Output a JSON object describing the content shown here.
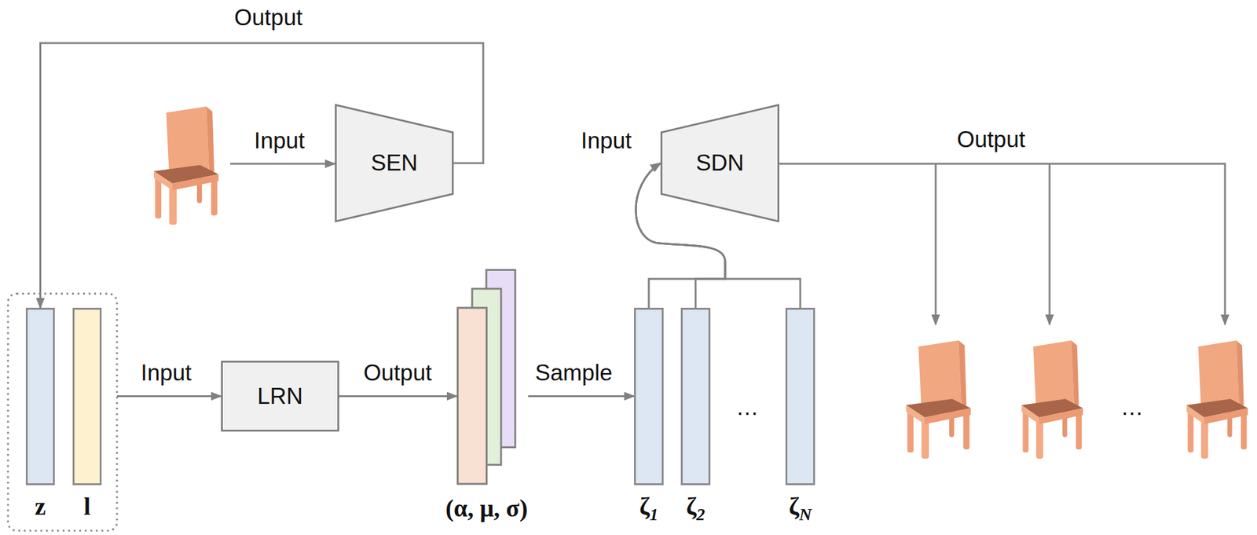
{
  "diagram": {
    "nodes": [
      {
        "text": [
          "SEN"
        ]
      },
      {
        "text": [
          "SDN"
        ]
      },
      {
        "text": [
          "z"
        ]
      },
      {
        "text": [
          "l"
        ]
      },
      {
        "text": [
          "LRN"
        ]
      },
      {
        "text": [
          "(α, μ, σ)"
        ]
      },
      {
        "text": [
          "ζ1"
        ]
      },
      {
        "text": [
          "ζ2"
        ]
      },
      {
        "text": [
          "ζN"
        ]
      }
    ],
    "edges": [
      {
        "from": 0,
        "to": 2,
        "arrow": "to",
        "label": "Output"
      },
      {
        "from": 3,
        "to": 4,
        "arrow": "to",
        "label": "Input"
      },
      {
        "from": 4,
        "to": 5,
        "arrow": "to",
        "label": "Output"
      },
      {
        "from": 5,
        "to": 6,
        "arrow": "to",
        "label": "Sample"
      },
      {
        "from": 6,
        "to": 1,
        "arrow": "to"
      },
      {
        "from": 7,
        "to": 1,
        "arrow": "to"
      },
      {
        "from": 8,
        "to": 1,
        "arrow": "to"
      }
    ],
    "labels": [
      "Input",
      "Input",
      "Output",
      "…",
      "…"
    ]
  }
}
